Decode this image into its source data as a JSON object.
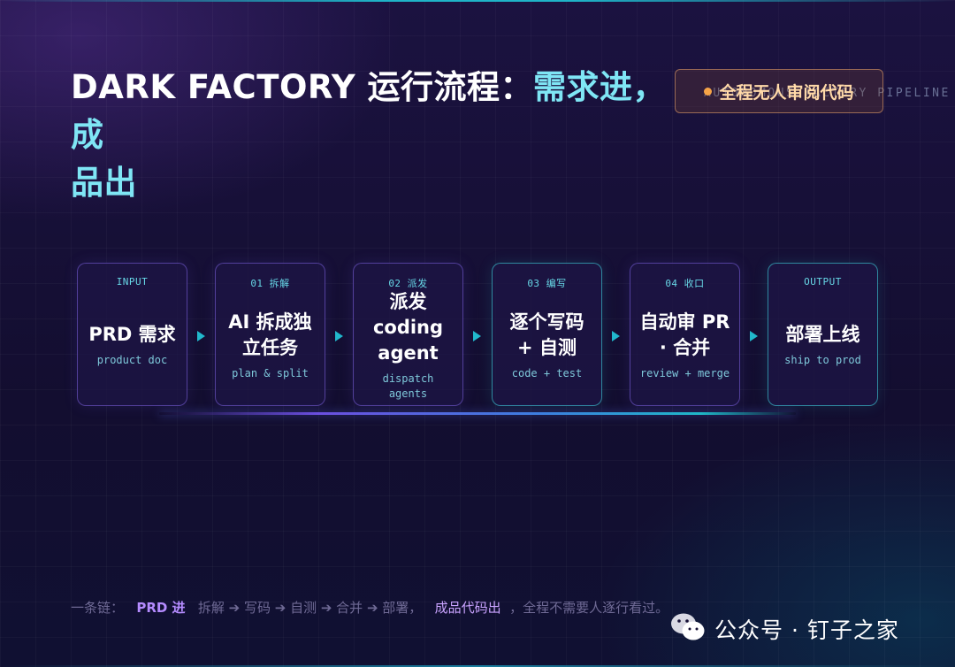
{
  "header": {
    "title_white": "DARK FACTORY 运行流程：",
    "title_accent_line1": "需求进，成",
    "title_accent_line2": "品出",
    "eyebrow": "AUTONOMOUS FACTORY PIPELINE",
    "badge": "全程无人审阅代码"
  },
  "steps": [
    {
      "label": "INPUT",
      "name": "PRD 需求",
      "sub": "product doc"
    },
    {
      "label": "01 拆解",
      "name": "AI 拆成独立任务",
      "sub": "plan & split"
    },
    {
      "label": "02 派发",
      "name": "派发 coding agent",
      "sub": "dispatch agents"
    },
    {
      "label": "03 编写",
      "name": "逐个写码 + 自测",
      "sub": "code + test"
    },
    {
      "label": "04 收口",
      "name": "自动审 PR · 合并",
      "sub": "review + merge"
    },
    {
      "label": "OUTPUT",
      "name": "部署上线",
      "sub": "ship to prod"
    }
  ],
  "footer": {
    "prefix": "一条链：",
    "prd": "PRD 进",
    "chain": "拆解 ➔ 写码 ➔ 自测 ➔ 合并 ➔ 部署，",
    "product": "成品代码出",
    "suffix": "，全程不需要人逐行看过。"
  },
  "watermark": {
    "text": "公众号 · 钉子之家",
    "icon": "wechat-icon"
  },
  "colors": {
    "accent_cyan": "#7fe6f5",
    "accent_purple": "#b58cff",
    "badge_orange": "#f5a347",
    "background": "#150f34"
  }
}
